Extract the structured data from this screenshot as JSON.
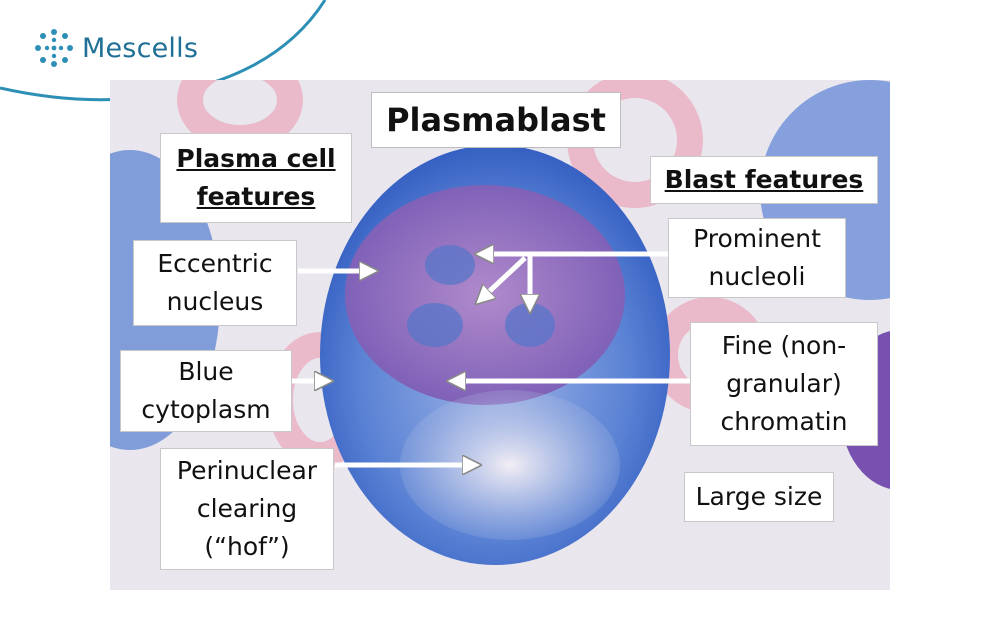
{
  "brand": {
    "name": "Mescells",
    "icon": "dotted-ring-logo",
    "color": "#1f6f96"
  },
  "title": "Plasmablast",
  "left_heading": [
    "Plasma cell",
    "features"
  ],
  "right_heading": "Blast features",
  "labels": {
    "eccentric_nucleus": [
      "Eccentric",
      "nucleus"
    ],
    "blue_cytoplasm": [
      "Blue",
      "cytoplasm"
    ],
    "perinuclear_clearing": [
      "Perinuclear",
      "clearing",
      "(“hof”)"
    ],
    "prominent_nucleoli": [
      "Prominent",
      "nucleoli"
    ],
    "fine_chromatin": [
      "Fine (non-",
      "granular)",
      "chromatin"
    ],
    "large_size": "Large size"
  },
  "colors": {
    "cytoplasm": "#3f6fc8",
    "nucleus": "#8a5fb5",
    "rbc": "#e8a0b4",
    "background": "#e9e6ee"
  }
}
